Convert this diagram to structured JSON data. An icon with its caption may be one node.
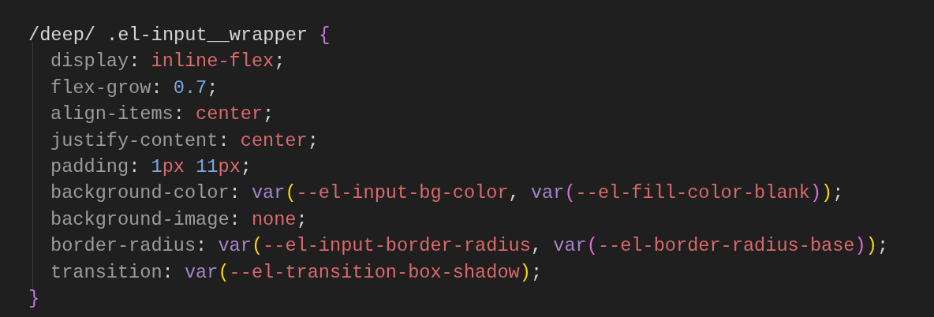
{
  "diagram": {
    "labels": [
      "/deep/ .el-input__wrapper {",
      "display: inline-flex;",
      "flex-grow: 0.7;",
      "align-items: center;",
      "justify-content: center;",
      "padding: 1px 11px;",
      "background-color: var(--el-input-bg-color, var(--el-fill-color-blank));",
      "background-image: none;",
      "border-radius: var(--el-input-border-radius, var(--el-border-radius-base));",
      "transition: var(--el-transition-box-shadow);",
      "}"
    ]
  }
}
